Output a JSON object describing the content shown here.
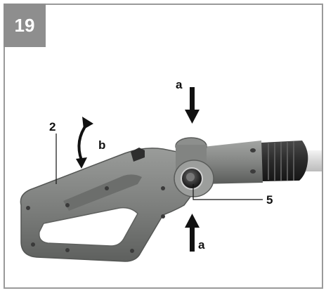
{
  "figure": {
    "number": "19"
  },
  "labels": {
    "arrow_top": "a",
    "arrow_bottom": "a",
    "rotation": "b",
    "part_handle": "2",
    "part_button": "5"
  },
  "colors": {
    "badge": "#8e8e8e",
    "frame": "#9a9a9a",
    "tool_body": "#7e807e",
    "tool_dark": "#3a3a3a"
  },
  "icons": [
    "arrow-down-icon",
    "arrow-up-icon",
    "rotate-arrow-icon"
  ]
}
